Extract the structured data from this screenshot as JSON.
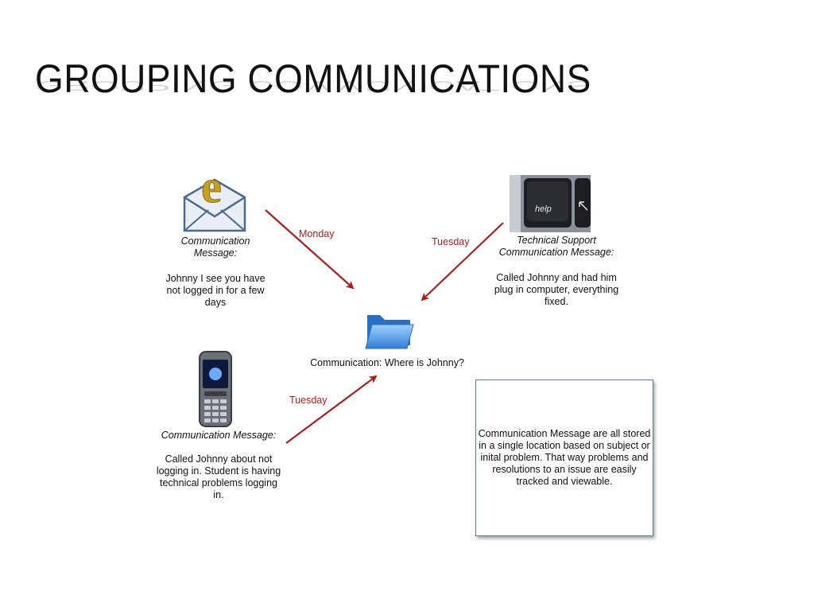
{
  "slide": {
    "title": "GROUPING COMMUNICATIONS"
  },
  "center": {
    "label": "Communication:  Where is Johnny?",
    "icon": "folder-icon"
  },
  "email_message": {
    "icon": "email-envelope-icon",
    "icon_letter": "e",
    "heading_line1": "Communication",
    "heading_line2": "Message:",
    "body_line1": "Johnny I see you have",
    "body_line2": "not logged in for a few",
    "body_line3": "days",
    "day": "Monday"
  },
  "support_message": {
    "icon": "keyboard-help-key-icon",
    "key_label": "help",
    "heading_line1": "Technical Support",
    "heading_line2": "Communication Message:",
    "body_line1": "Called Johnny and had him",
    "body_line2": "plug in computer, everything",
    "body_line3": "fixed.",
    "day": "Tuesday"
  },
  "phone_message": {
    "icon": "mobile-phone-icon",
    "heading": "Communication Message:",
    "body_line1": "Called Johnny about not",
    "body_line2": "logging in.  Student is having",
    "body_line3": "technical problems logging",
    "body_line4": "in.",
    "day": "Tuesday"
  },
  "summary": {
    "line1": "Communication Message are all stored",
    "line2": "in a single location based on subject or",
    "line3": "inital problem.  That way problems and",
    "line4": "resolutions to an issue are easily",
    "line5": "tracked and viewable."
  },
  "colors": {
    "arrow": "#b01c1c",
    "day_label": "#b01c1c",
    "folder": "#3d8ee0",
    "box_border": "#5b7aa3"
  }
}
